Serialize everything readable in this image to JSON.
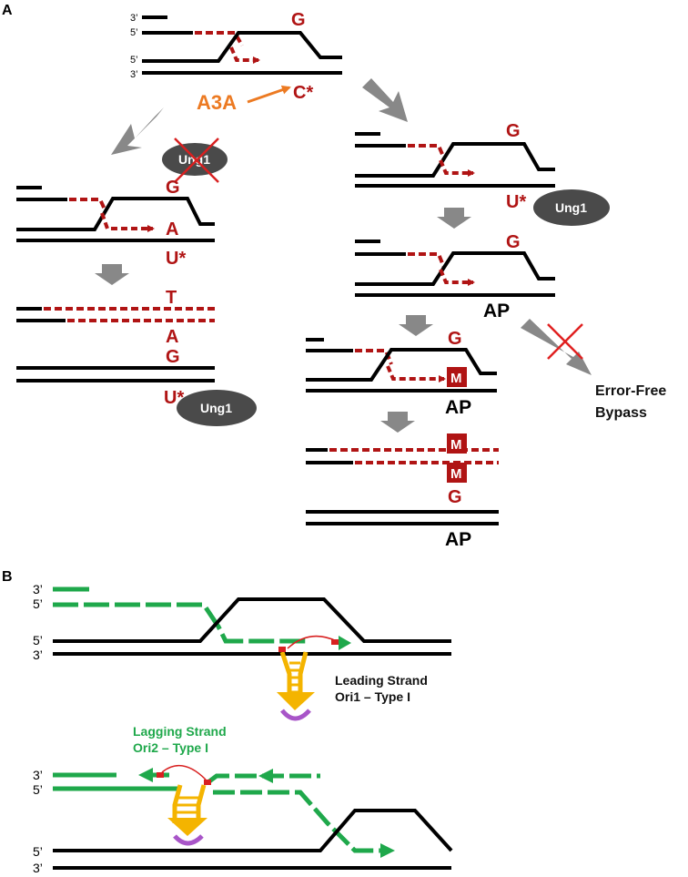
{
  "panel_a": {
    "label": "A",
    "strand_ends": {
      "three_prime": "3’",
      "five_prime": "5’"
    },
    "enzyme": "A3A",
    "deaminated_c": "C*",
    "template_g": "G",
    "uracil": "U*",
    "ung": "Ung1",
    "adenine": "A",
    "thymine": "T",
    "abasic": "AP",
    "mutagenic": "M",
    "bypass_line1": "Error-Free",
    "bypass_line2": "Bypass"
  },
  "panel_b": {
    "label": "B",
    "leading_line1": "Leading Strand",
    "leading_line2": "Ori1 – Type I",
    "lagging_line1": "Lagging Strand",
    "lagging_line2": "Ori2 – Type I"
  },
  "colors": {
    "dna": "#000000",
    "nascent_red": "#b01414",
    "nascent_green": "#1fa84b",
    "arrow_gray": "#888888",
    "enzyme_orange": "#ec7a22",
    "ung_fill": "#4a4a4a",
    "hairpin_stem": "#f4b400",
    "hairpin_loop": "#a855c8"
  }
}
